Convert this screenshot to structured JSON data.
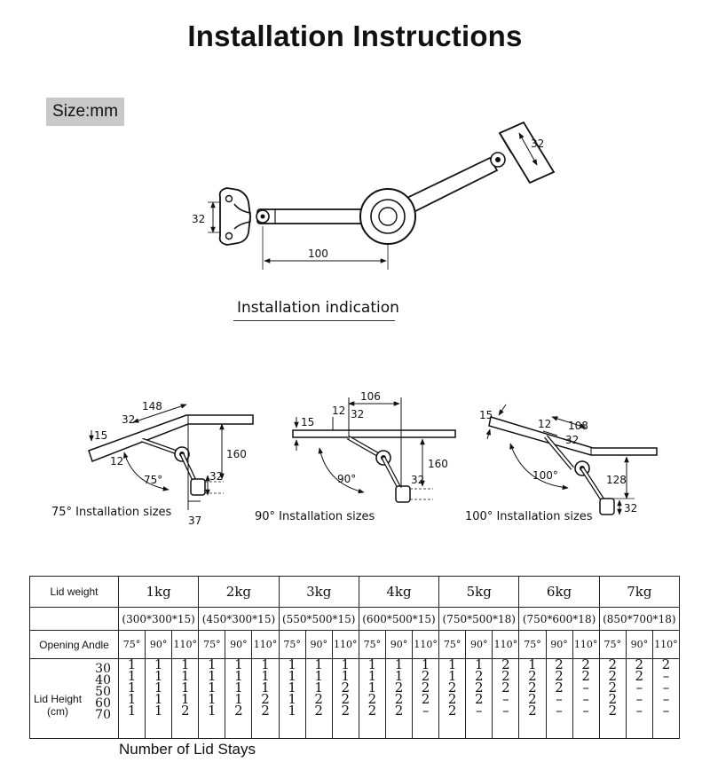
{
  "title": "Installation Instructions",
  "size_label": "Size:mm",
  "indication_label": "Installation indication",
  "main_dims": {
    "d1": "32",
    "d2": "32",
    "d3": "100"
  },
  "views": [
    {
      "label": "75°  Installation sizes",
      "dims": {
        "a": "148",
        "b": "32",
        "c": "15",
        "d": "12",
        "angle": "75°",
        "e": "160",
        "f": "32",
        "g": "37"
      }
    },
    {
      "label": "90°  Installation sizes",
      "dims": {
        "a": "106",
        "b": "12",
        "c": "32",
        "d": "15",
        "angle": "90°",
        "e": "160",
        "f": "32"
      }
    },
    {
      "label": "100°  Installation sizes",
      "dims": {
        "a": "15",
        "b": "12",
        "c": "108",
        "d": "32",
        "angle": "100°",
        "e": "128",
        "f": "32"
      }
    }
  ],
  "table": {
    "lid_weight_label": "Lid weight",
    "opening_label": "Opening Andle",
    "lid_height_label": [
      "Lid Height",
      "(cm)"
    ],
    "heights": [
      "30",
      "40",
      "50",
      "60",
      "70"
    ],
    "weights": [
      {
        "kg": "1kg",
        "size": "(300*300*15)"
      },
      {
        "kg": "2kg",
        "size": "(450*300*15)"
      },
      {
        "kg": "3kg",
        "size": "(550*500*15)"
      },
      {
        "kg": "4kg",
        "size": "(600*500*15)"
      },
      {
        "kg": "5kg",
        "size": "(750*500*18)"
      },
      {
        "kg": "6kg",
        "size": "(750*600*18)"
      },
      {
        "kg": "7kg",
        "size": "(850*700*18)"
      }
    ],
    "angles": [
      "75°",
      "90°",
      "110°"
    ],
    "values": [
      [
        [
          "1",
          "1",
          "1",
          "1",
          "1"
        ],
        [
          "1",
          "1",
          "1",
          "1",
          "1"
        ],
        [
          "1",
          "1",
          "1",
          "1",
          "2"
        ]
      ],
      [
        [
          "1",
          "1",
          "1",
          "1",
          "1"
        ],
        [
          "1",
          "1",
          "1",
          "1",
          "2"
        ],
        [
          "1",
          "1",
          "1",
          "2",
          "2"
        ]
      ],
      [
        [
          "1",
          "1",
          "1",
          "1",
          "1"
        ],
        [
          "1",
          "1",
          "1",
          "2",
          "2"
        ],
        [
          "1",
          "1",
          "2",
          "2",
          "2"
        ]
      ],
      [
        [
          "1",
          "1",
          "1",
          "2",
          "2"
        ],
        [
          "1",
          "1",
          "2",
          "2",
          "2"
        ],
        [
          "1",
          "2",
          "2",
          "2",
          "–"
        ]
      ],
      [
        [
          "1",
          "1",
          "2",
          "2",
          "2"
        ],
        [
          "1",
          "2",
          "2",
          "2",
          "–"
        ],
        [
          "2",
          "2",
          "2",
          "–",
          "–"
        ]
      ],
      [
        [
          "1",
          "2",
          "2",
          "2",
          "2"
        ],
        [
          "2",
          "2",
          "2",
          "–",
          "–"
        ],
        [
          "2",
          "2",
          "–",
          "–",
          "–"
        ]
      ],
      [
        [
          "2",
          "2",
          "2",
          "2",
          "2"
        ],
        [
          "2",
          "2",
          "–",
          "–",
          "–"
        ],
        [
          "2",
          "–",
          "–",
          "–",
          "–"
        ]
      ]
    ]
  },
  "footer": "Number of Lid Stays"
}
